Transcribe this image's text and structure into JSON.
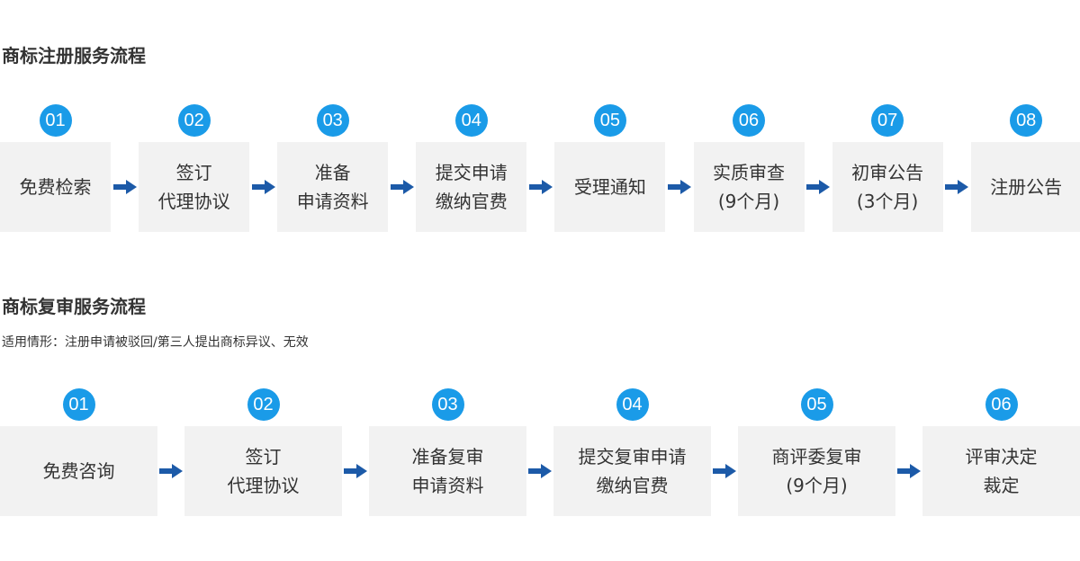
{
  "registration": {
    "title": "商标注册服务流程",
    "steps": [
      {
        "num": "01",
        "lines": [
          "免费检索"
        ]
      },
      {
        "num": "02",
        "lines": [
          "签订",
          "代理协议"
        ]
      },
      {
        "num": "03",
        "lines": [
          "准备",
          "申请资料"
        ]
      },
      {
        "num": "04",
        "lines": [
          "提交申请",
          "缴纳官费"
        ]
      },
      {
        "num": "05",
        "lines": [
          "受理通知"
        ]
      },
      {
        "num": "06",
        "lines": [
          "实质审查",
          "(9个月)"
        ]
      },
      {
        "num": "07",
        "lines": [
          "初审公告",
          "(3个月)"
        ]
      },
      {
        "num": "08",
        "lines": [
          "注册公告"
        ]
      }
    ]
  },
  "review": {
    "title": "商标复审服务流程",
    "subtitle": "适用情形：注册申请被驳回/第三人提出商标异议、无效",
    "steps": [
      {
        "num": "01",
        "lines": [
          "免费咨询"
        ]
      },
      {
        "num": "02",
        "lines": [
          "签订",
          "代理协议"
        ]
      },
      {
        "num": "03",
        "lines": [
          "准备复审",
          "申请资料"
        ]
      },
      {
        "num": "04",
        "lines": [
          "提交复审申请",
          "缴纳官费"
        ]
      },
      {
        "num": "05",
        "lines": [
          "商评委复审",
          "(9个月)"
        ]
      },
      {
        "num": "06",
        "lines": [
          "评审决定",
          "裁定"
        ]
      }
    ]
  },
  "colors": {
    "badge": "#1a9be8",
    "box": "#f2f2f2",
    "arrow": "#1c5aa8",
    "text": "#333333"
  }
}
